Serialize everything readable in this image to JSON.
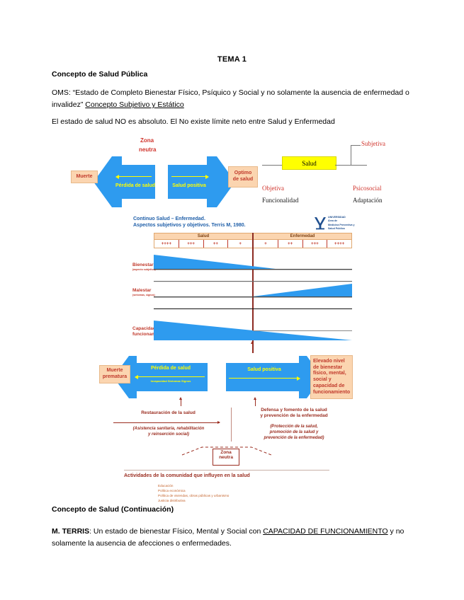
{
  "document": {
    "title": "TEMA 1",
    "section1_heading": "Concepto de Salud Pública",
    "oms_label": "OMS:",
    "oms_quote": "“Estado de Completo Bienestar Físico, Psíquico y Social y no solamente la ausencia de enfermedad o invalidez”",
    "oms_underlined": "Concepto Subjetivo y Estático",
    "absolute_line": "El estado de salud NO es absoluto. El No existe límite neto entre Salud y Enfermedad",
    "section2_heading": "Concepto de Salud (Continuación)",
    "terris_label": "M. TERRIS",
    "terris_text_1": ": Un estado de bienestar Físico, Mental y Social con ",
    "terris_underlined": "CAPACIDAD DE FUNCIONAMIENTO",
    "terris_text_2": " y no solamente la ausencia de afecciones o enfermedades."
  },
  "top_diagram": {
    "zona_neutra": "Zona\nneutra",
    "zona_neutra_line1": "Zona",
    "zona_neutra_line2": "neutra",
    "left_box": "Muerte",
    "right_box_line1": "Optimo",
    "right_box_line2": "de salud",
    "left_arrow_text": "Pérdida de salud",
    "right_arrow_text": "Salud positiva"
  },
  "salud_tree": {
    "center_box": "Salud",
    "branch_subjetiva": "Subjetiva",
    "branch_objetiva": "Objetiva",
    "branch_funcionalidad": "Funcionalidad",
    "branch_psicosocial": "Psicosocial",
    "branch_adaptacion": "Adaptación"
  },
  "terris_panel": {
    "title_line1": "Continuo Salud – Enfermedad.",
    "title_line2": "Aspectos subjetivos y objetivos. Terris M, 1980.",
    "logo_line1": "UNIVERSIDAD",
    "logo_line2": "Área de",
    "logo_line3": "Medicina Preventiva y",
    "logo_line4": "Salud Pública",
    "header_salud": "Salud",
    "header_enfermedad": "Enfermedad",
    "scale_salud": [
      "++++",
      "+++",
      "++",
      "+"
    ],
    "scale_enfermedad": [
      "+",
      "++",
      "+++",
      "++++"
    ],
    "band_bienestar": "Bienestar",
    "band_bienestar_sub": "(aspecto subjetivo)",
    "band_malestar": "Malestar",
    "band_malestar_sub": "(síntomas, signos)",
    "band_capacidad_line1": "Capacidad de",
    "band_capacidad_line2": "funcionamiento",
    "bottom_left_box_line1": "Muerte",
    "bottom_left_box_line2": "prematura",
    "bottom_left_arrow": "Pérdida de salud",
    "bottom_left_arrow_sub": "Incapacidad  Síntomas   Signos",
    "bottom_right_arrow": "Salud positiva",
    "bottom_right_box": "Elevado nivel de bienestar físico, mental, social y capacidad de funcionamiento",
    "restauracion_title": "Restauración de la salud",
    "restauracion_sub_line1": "(Asistencia sanitaria, rehabilitación",
    "restauracion_sub_line2": "y reinserción social)",
    "defensa_title_line1": "Defensa y fomento de la salud",
    "defensa_title_line2": "y prevención de la enfermedad",
    "defensa_sub_line1": "(Protección de la salud,",
    "defensa_sub_line2": "promoción de la salud y",
    "defensa_sub_line3": "prevención de la enfermedad)",
    "zona_neutra_line1": "Zona",
    "zona_neutra_line2": "neutra",
    "actividades_title": "Actividades de la comunidad que influyen en la salud",
    "actividades_list": [
      "Educación",
      "Política económica",
      "Política de viviendas, obras públicas y urbanismo",
      "Justicia distributiva"
    ]
  },
  "colors": {
    "arrow_blue": "#2e9bef",
    "box_orange": "#fbd5b0",
    "box_yellow": "#ffff00",
    "text_red": "#c0392b",
    "title_blue": "#1f5fa9",
    "divider_red": "#8c2b22"
  }
}
